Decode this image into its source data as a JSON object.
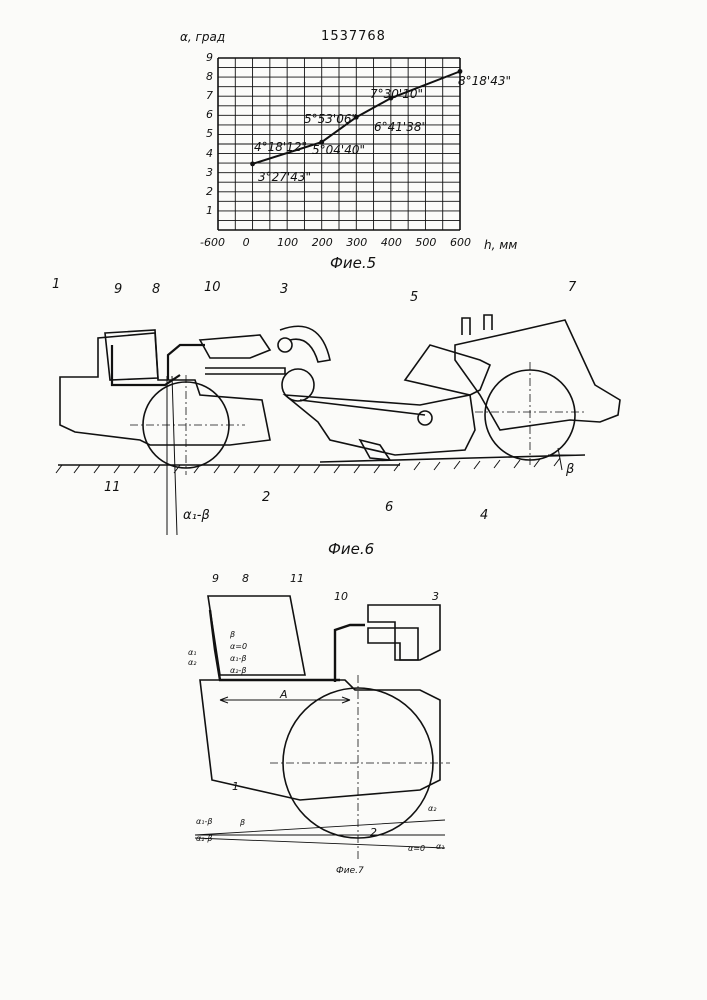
{
  "patent_number": "1537768",
  "fig5": {
    "caption": "Фие.5",
    "ylabel": "α, град",
    "xlabel": "h, мм"
  },
  "chart_data": {
    "type": "line",
    "title": "",
    "xlabel": "h, мм",
    "ylabel": "α, град",
    "xlim": [
      -100,
      600
    ],
    "ylim": [
      0,
      9
    ],
    "x_ticks": [
      "-600",
      "0",
      "100",
      "200",
      "300",
      "400",
      "500",
      "600"
    ],
    "y_ticks": [
      "1",
      "2",
      "3",
      "4",
      "5",
      "6",
      "7",
      "8",
      "9"
    ],
    "grid": true,
    "series": [
      {
        "x": [
          0,
          200,
          300,
          400,
          600
        ],
        "y": [
          3.46,
          4.6,
          5.9,
          6.9,
          8.3
        ]
      }
    ],
    "annotations": [
      "3°27'43\"",
      "4°18'12\"",
      "5°04'40\"",
      "5°53'06\"",
      "6°41'38\"",
      "7°30'10\"",
      "8°18'43\""
    ]
  },
  "fig6": {
    "caption": "Фие.6",
    "labels": [
      "1",
      "9",
      "8",
      "10",
      "3",
      "5",
      "7",
      "11",
      "2",
      "6",
      "4"
    ],
    "angle_label": "α₁-β",
    "beta_label": "β"
  },
  "fig7": {
    "caption": "Фие.7",
    "labels": [
      "9",
      "8",
      "11",
      "10",
      "3",
      "1",
      "2"
    ],
    "dim_label": "A",
    "angle_labels_left": [
      "β",
      "α₁",
      "α=0",
      "α₂",
      "α₁-β",
      "α₂-β"
    ],
    "angle_labels_bottom_left": [
      "α₁-β",
      "β",
      "α₂-β"
    ],
    "angle_labels_bottom_right": [
      "α₂",
      "α=0",
      "α₁"
    ]
  },
  "colors": {
    "ink": "#111111",
    "paper": "#fbfbf9"
  }
}
